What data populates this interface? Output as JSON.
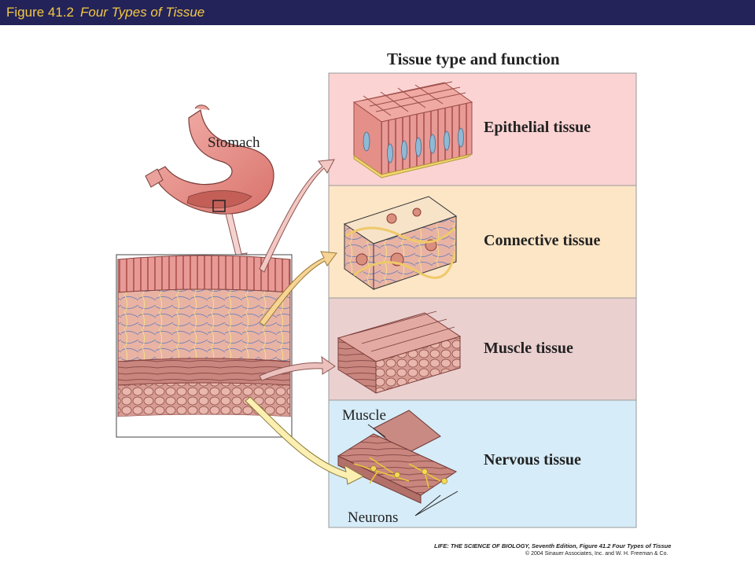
{
  "header": {
    "figure_number": "Figure 41.2",
    "figure_title": "Four Types of Tissue",
    "bg_color": "#23235a",
    "text_color": "#f5c842"
  },
  "diagram": {
    "panel_heading": "Tissue type and function",
    "organ_label": "Stomach",
    "tissues": [
      {
        "label": "Epithelial tissue",
        "color": "#fbd3d3"
      },
      {
        "label": "Connective tissue",
        "color": "#fde6c6"
      },
      {
        "label": "Muscle tissue",
        "color": "#ebd0d0"
      },
      {
        "label": "Nervous tissue",
        "color": "#d6ecf8"
      }
    ],
    "nervous_callouts": {
      "muscle": "Muscle",
      "neurons": "Neurons"
    }
  },
  "credit": {
    "line1": "LIFE: THE SCIENCE OF BIOLOGY, Seventh Edition, Figure 41.2 Four Types of Tissue",
    "line2": "© 2004 Sinauer Associates, Inc. and W. H. Freeman & Co."
  }
}
